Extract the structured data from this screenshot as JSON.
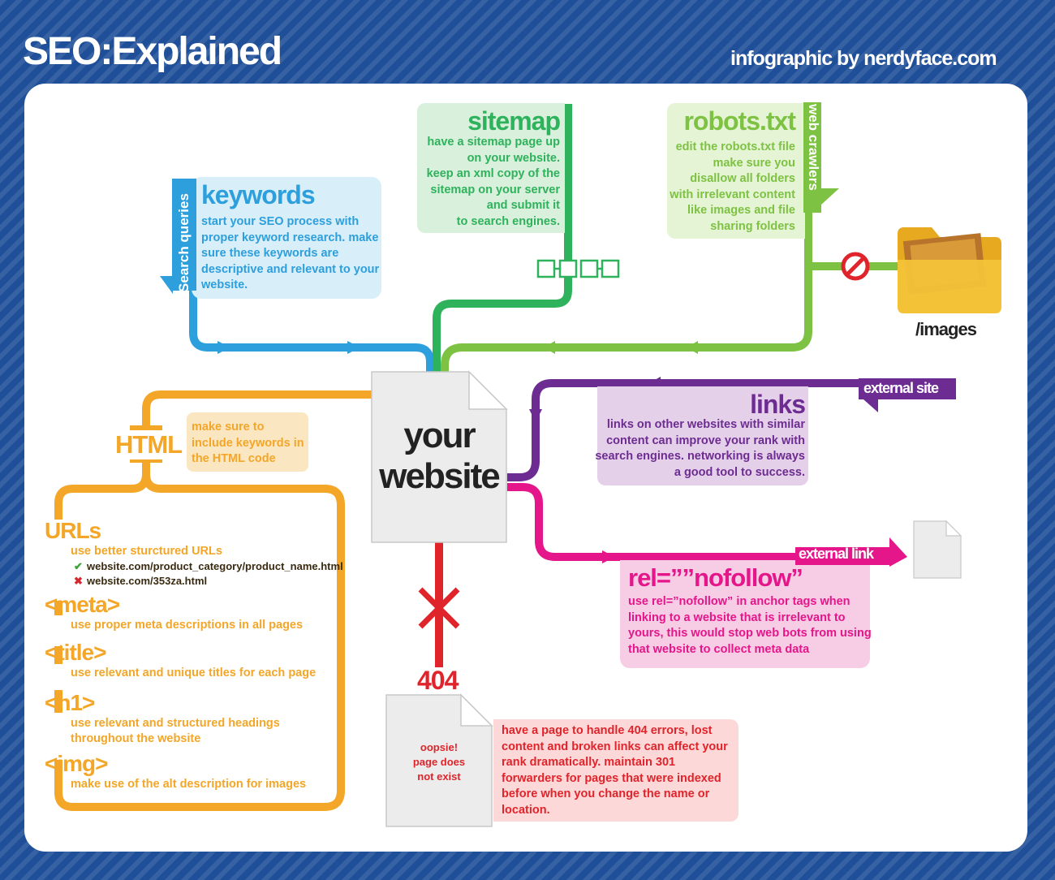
{
  "header": {
    "title": "SEO:Explained",
    "credit": "infographic by nerdyface.com"
  },
  "center": {
    "line1": "your",
    "line2": "website"
  },
  "keywords": {
    "title": "keywords",
    "text": "start your SEO process with proper keyword research. make sure these keywords are descriptive and relevant to your website.",
    "label": "Search queries"
  },
  "sitemap": {
    "title": "sitemap",
    "lines": [
      "have a sitemap page up",
      "on your website.",
      "keep an xml copy of the",
      "sitemap on your server",
      "and submit it",
      "to search engines."
    ]
  },
  "robots": {
    "title": "robots.txt",
    "lines": [
      "edit the robots.txt file",
      "make sure you",
      "disallow all folders",
      "with irrelevant content",
      "like images and file",
      "sharing folders"
    ],
    "label": "web crawlers",
    "folder_label": "/images"
  },
  "links": {
    "title": "links",
    "lines": [
      "links on other websites with similar",
      "content can improve your rank with",
      "search engines. networking is always",
      "a good tool to success."
    ],
    "tag": "external site"
  },
  "nofollow": {
    "title": "rel=””nofollow”",
    "text": "use rel=”nofollow” in anchor tags when linking to a website that is irrelevant to yours, this would stop web bots from using that website to collect meta data",
    "tag": "external link"
  },
  "html": {
    "label": "HTML",
    "note": "make sure to include keywords in the HTML code",
    "items": [
      {
        "title": "URLs",
        "desc": "use better sturctured URLs"
      },
      {
        "title": "<meta>",
        "desc": "use proper meta descriptions in all pages"
      },
      {
        "title": "<title>",
        "desc": "use relevant and unique titles for each page"
      },
      {
        "title": "<h1>",
        "desc": "use relevant and structured headings throughout the website"
      },
      {
        "title": "<img>",
        "desc": "make use of the alt description for images"
      }
    ],
    "url_good": "website.com/product_category/product_name.html",
    "url_bad": "website.com/353za.html"
  },
  "error404": {
    "code": "404",
    "page_text": [
      "oopsie!",
      "page does",
      "not exist"
    ],
    "text": "have a page to handle 404 errors, lost content and broken links can affect your rank dramatically. maintain 301 forwarders for pages that were indexed before when you change the name or location."
  },
  "colors": {
    "keywords": "#2d9fdc",
    "sitemap": "#2fb25c",
    "robots": "#7dc242",
    "links": "#6d2c91",
    "nofollow": "#e5168a",
    "html": "#f3a628",
    "error": "#e0242b"
  }
}
